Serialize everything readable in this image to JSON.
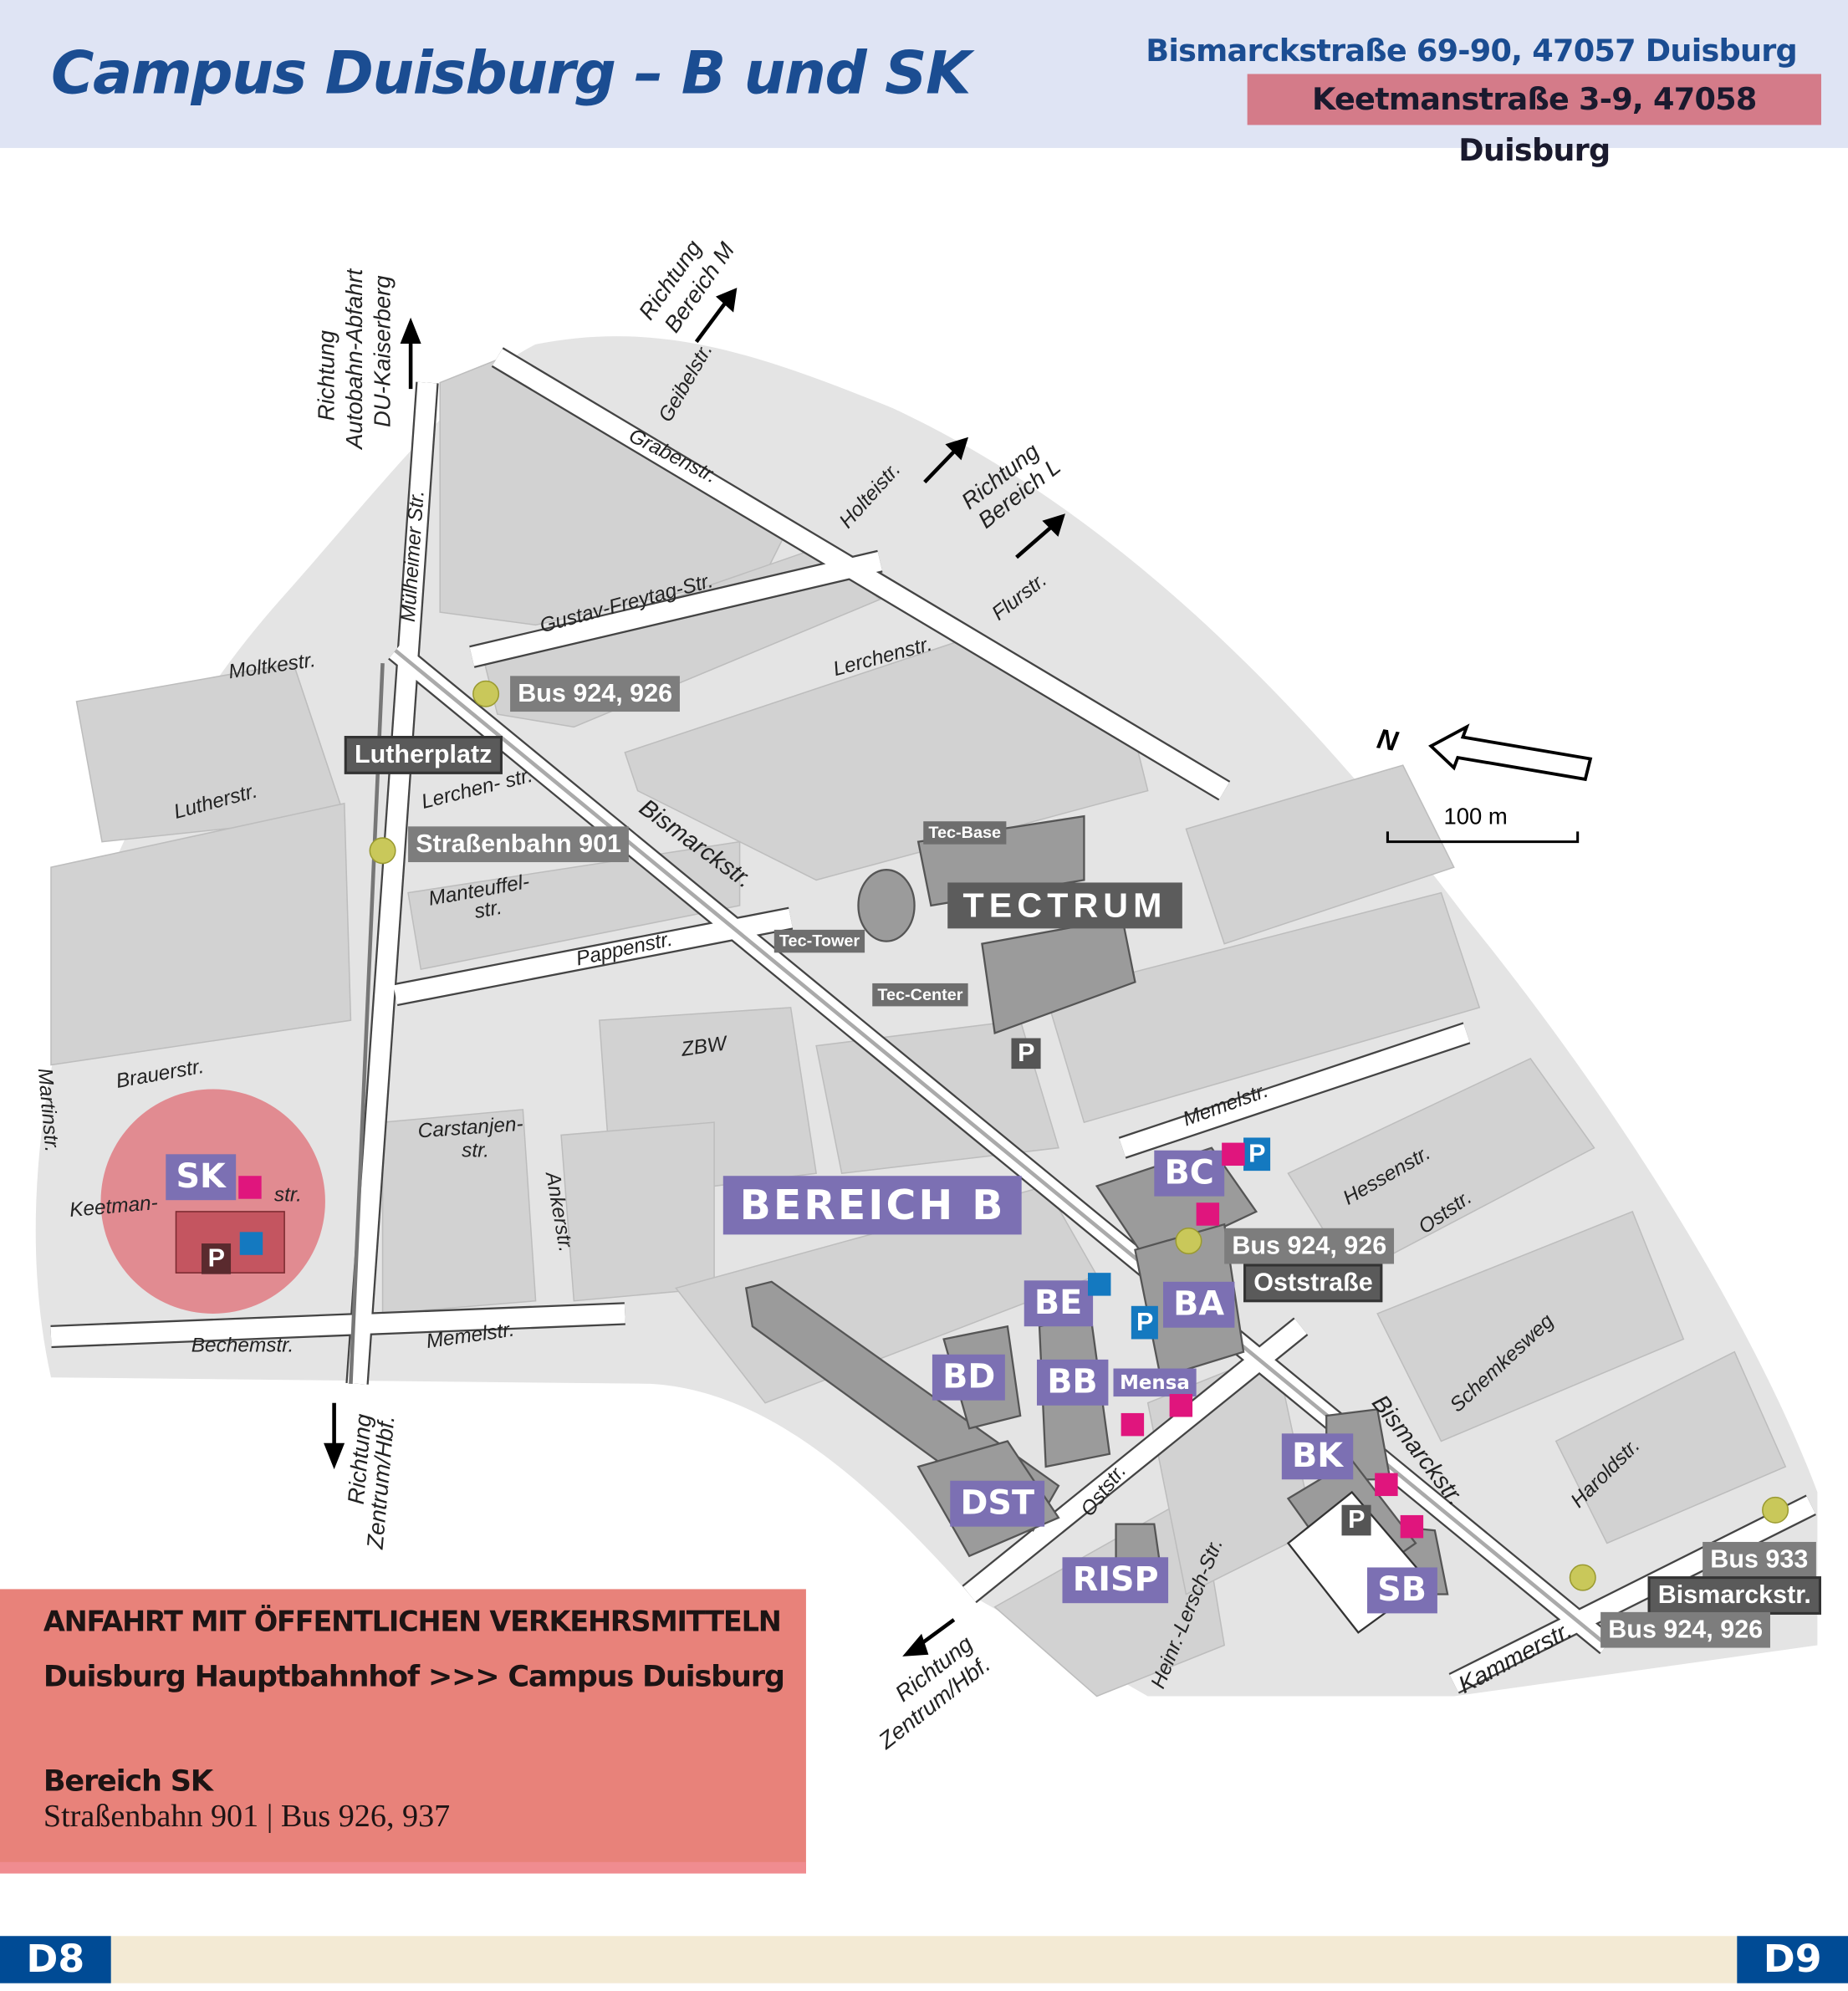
{
  "header": {
    "title": "Campus Duisburg – B und SK",
    "address_b": "Bismarckstraße 69-90, 47057 Duisburg",
    "address_sk": "Keetmanstraße 3-9, 47058 Duisburg"
  },
  "colors": {
    "header_bg": "#dfe4f4",
    "title": "#1b4d92",
    "building_label": "#7c70b3",
    "stop_label": "#7d7d7d",
    "sk_circle": "#e0505a",
    "info_box": "#e8827a",
    "page_tab": "#004b95",
    "footer": "#f3ead4"
  },
  "buildings": {
    "sk": "SK",
    "bc": "BC",
    "be": "BE",
    "ba": "BA",
    "bd": "BD",
    "bb": "BB",
    "mensa": "Mensa",
    "dst": "DST",
    "risp": "RISP",
    "bk": "BK",
    "sb": "SB",
    "bereich_b": "BEREICH B",
    "tectrum": "TECTRUM",
    "tec_base": "Tec-Base",
    "tec_tower": "Tec-Tower",
    "tec_center": "Tec-Center",
    "zbw": "ZBW"
  },
  "stops": {
    "lutherplatz_bus": "Bus 924, 926",
    "lutherplatz": "Lutherplatz",
    "tram": "Straßenbahn 901",
    "oststr_bus": "Bus 924, 926",
    "oststrasse": "Oststraße",
    "bus_933": "Bus 933",
    "bismarckstr": "Bismarckstr.",
    "bismarck_bus": "Bus 924, 926"
  },
  "streets": {
    "muelheimer": "Mülheimer Str.",
    "graben": "Grabenstr.",
    "geibel": "Geibelstr.",
    "holtei": "Holteistr.",
    "flur": "Flurstr.",
    "gustav": "Gustav-Freytag-Str.",
    "lerchen": "Lerchenstr.",
    "moltke": "Moltkestr.",
    "luther": "Lutherstr.",
    "lerchen2": "Lerchen-  str.",
    "bismarck1": "Bismarckstr.",
    "manteuffel1": "Manteuffel-",
    "manteuffel2": "str.",
    "pappen": "Pappenstr.",
    "brauer": "Brauerstr.",
    "martin": "Martinstr.",
    "carstanjen1": "Carstanjen-",
    "carstanjen2": "str.",
    "anker": "Ankerstr.",
    "keetman1": "Keetman-",
    "keetman2": "str.",
    "bechem": "Bechemstr.",
    "memel1": "Memelstr.",
    "memel2": "Memelstr.",
    "hessen": "Hessenstr.",
    "ost1": "Oststr.",
    "schemkes": "Schemkesweg",
    "bismarck2": "Bismarckstr.",
    "harold": "Haroldstr.",
    "kammer": "Kammerstr.",
    "ost2": "Oststr.",
    "lersch": "Heinr.-Lersch-Str."
  },
  "directions": {
    "autobahn": [
      "Richtung",
      "Autobahn-Abfahrt",
      "DU-Kaiserberg"
    ],
    "bereich_m": [
      "Richtung",
      "Bereich M"
    ],
    "bereich_l": [
      "Richtung",
      "Bereich L"
    ],
    "zentrum_left": [
      "Richtung",
      "Zentrum/Hbf."
    ],
    "zentrum_bottom": [
      "Richtung",
      "Zentrum/Hbf."
    ]
  },
  "legend": {
    "north": "N",
    "scale": "100 m"
  },
  "icons": {
    "parking": "P",
    "stop": "H",
    "wc": "WC"
  },
  "info": {
    "heading": "ANFAHRT MIT ÖFFENTLICHEN VERKEHRSMITTELN",
    "route": "Duisburg Hauptbahnhof >>> Campus Duisburg",
    "area": "Bereich SK",
    "lines": "Straßenbahn 901 | Bus 926, 937"
  },
  "footer": {
    "left_page": "D8",
    "right_page": "D9"
  }
}
